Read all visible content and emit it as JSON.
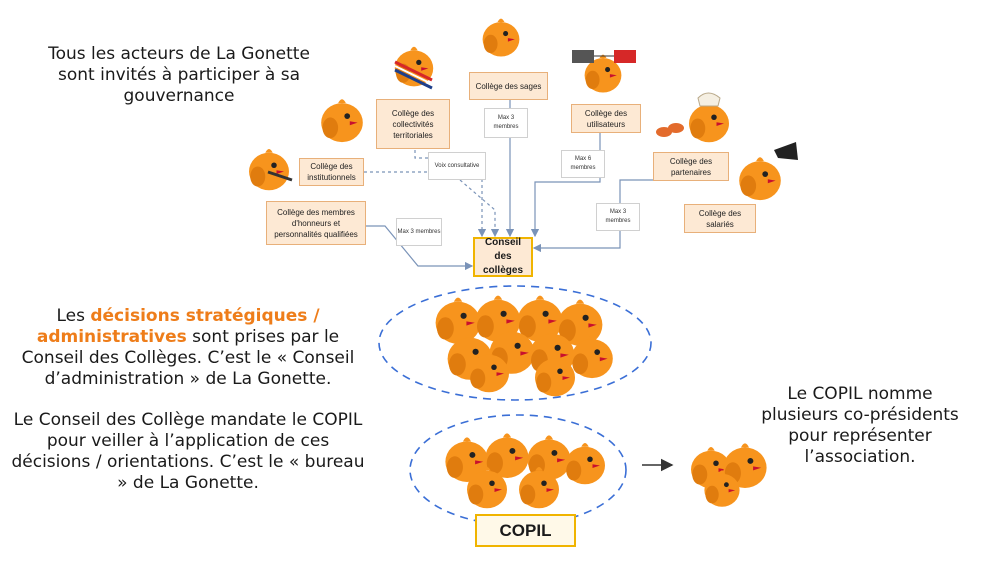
{
  "intro_text": "Tous les acteurs de La Gonette sont invités à participer à sa gouvernance",
  "colleges": {
    "collectivites": "Collège des collectivités territoriales",
    "sages": "Collège des sages",
    "utilisateurs": "Collège des utilisateurs",
    "institutionnels": "Collège des institutionnels",
    "partenaires": "Collège des partenaires",
    "membres_honneur": "Collège des membres d'honneurs et personnalités qualifiées",
    "salaries": "Collège des salariés"
  },
  "notes": {
    "voix": "Voix consultative",
    "max3_sages": "Max 3 membres",
    "max6": "Max 6 membres",
    "max3_left": "Max 3 membres",
    "max3_right": "Max 3 membres"
  },
  "conseil_label": "Conseil des collèges",
  "decisions_text": {
    "prefix": "Les",
    "highlight": "décisions stratégiques / administratives",
    "suffix": "sont prises par le Conseil des Collèges. C’est le « Conseil d’administration » de La Gonette."
  },
  "mandate_text": "Le Conseil des Collège mandate le COPIL pour veiller à l’application de ces décisions / orientations. C’est le « bureau » de La Gonette.",
  "copil_label": "COPIL",
  "copresidents_text": "Le COPIL nomme plusieurs co-présidents pour représenter l’association.",
  "colors": {
    "bird": "#f7941d",
    "box_fill": "#fde9d4",
    "box_border": "#e8b07a",
    "highlight": "#ee7d1a",
    "ellipse": "#3b6fd6"
  },
  "icons": [
    "bird-icon",
    "arrow-right-icon",
    "megaphone-icon",
    "sash-icon",
    "flag-icon",
    "chef-hat-icon"
  ]
}
